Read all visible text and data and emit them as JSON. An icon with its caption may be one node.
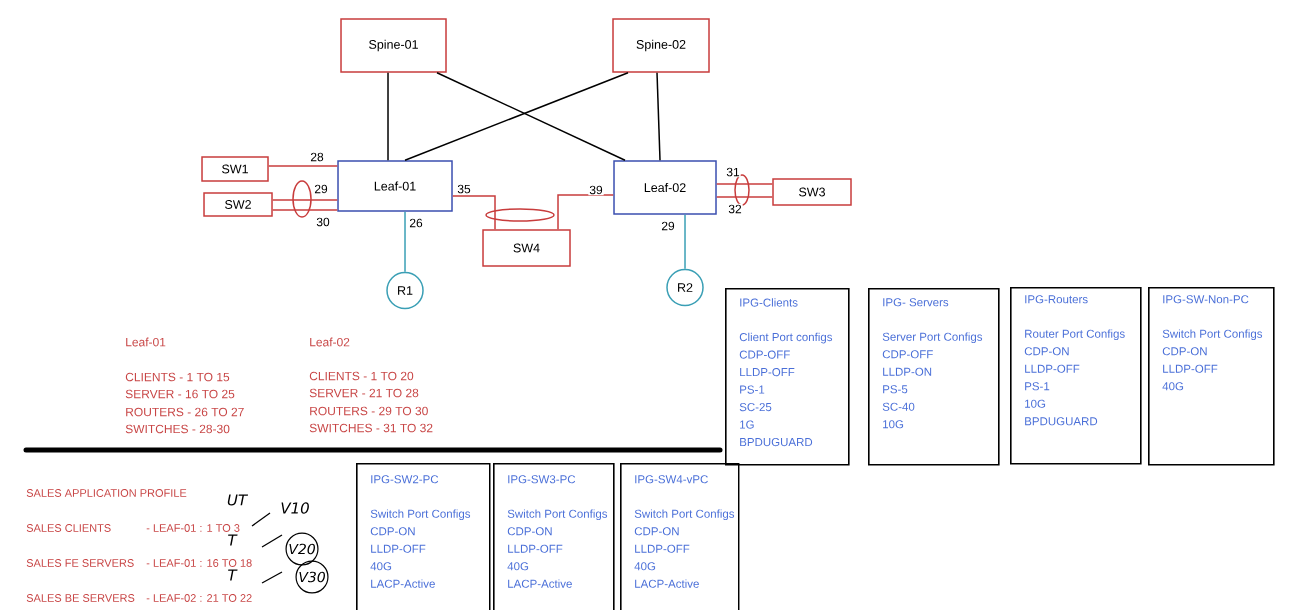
{
  "diagram": {
    "nodes": [
      {
        "text": [
          "Spine-01"
        ]
      },
      {
        "text": [
          "Spine-02"
        ]
      },
      {
        "text": [
          "SW1"
        ]
      },
      {
        "text": [
          "Leaf-01"
        ]
      },
      {
        "text": [
          "Leaf-02"
        ]
      },
      {
        "text": [
          "SW3"
        ]
      },
      {
        "text": [
          "SW2"
        ]
      },
      {
        "text": [
          "SW4"
        ]
      },
      {
        "text": [
          "R1"
        ]
      },
      {
        "text": [
          "R2"
        ]
      },
      {
        "text": [
          "IPG-Clients",
          "Client Port configs",
          "CDP-OFF",
          "LLDP-OFF",
          "PS-1",
          "SC-25",
          "1G",
          "BPDUGUARD"
        ]
      },
      {
        "text": [
          "IPG- Servers",
          "Server Port Configs",
          "CDP-OFF",
          "LLDP-ON",
          "PS-5",
          "SC-40",
          "10G"
        ]
      },
      {
        "text": [
          "IPG-Routers",
          "Router Port Configs",
          "CDP-ON",
          "LLDP-OFF",
          "PS-1",
          "10G",
          "BPDUGUARD"
        ]
      },
      {
        "text": [
          "IPG-SW-Non-PC",
          "Switch Port Configs",
          "CDP-ON",
          "LLDP-OFF",
          "40G"
        ]
      },
      {
        "text": [
          "IPG-SW2-PC",
          "Switch Port Configs",
          "CDP-ON",
          "LLDP-OFF",
          "40G",
          "LACP-Active"
        ]
      },
      {
        "text": [
          "IPG-SW3-PC",
          "Switch Port Configs",
          "CDP-ON",
          "LLDP-OFF",
          "40G",
          "LACP-Active"
        ]
      },
      {
        "text": [
          "IPG-SW4-vPC",
          "Switch Port Configs",
          "CDP-ON",
          "LLDP-OFF",
          "40G",
          "LACP-Active"
        ]
      }
    ],
    "edges": [
      {
        "from": 0,
        "to": 3,
        "arrow": "none",
        "color": "#000000"
      },
      {
        "from": 0,
        "to": 4,
        "arrow": "none",
        "color": "#000000"
      },
      {
        "from": 1,
        "to": 3,
        "arrow": "none",
        "color": "#000000"
      },
      {
        "from": 1,
        "to": 4,
        "arrow": "none",
        "color": "#000000"
      },
      {
        "from": 2,
        "to": 3,
        "arrow": "none",
        "label": "28"
      },
      {
        "from": 6,
        "to": 3,
        "arrow": "none",
        "label": "29"
      },
      {
        "from": 6,
        "to": 3,
        "arrow": "none",
        "label": "30"
      },
      {
        "from": 3,
        "to": 7,
        "arrow": "none",
        "label": "35"
      },
      {
        "from": 4,
        "to": 7,
        "arrow": "none",
        "label": "39"
      },
      {
        "from": 4,
        "to": 5,
        "arrow": "none",
        "label": "31"
      },
      {
        "from": 4,
        "to": 5,
        "arrow": "none",
        "label": "32"
      },
      {
        "from": 3,
        "to": 8,
        "arrow": "none",
        "label": "26",
        "color": "#3a9fb5"
      },
      {
        "from": 4,
        "to": 9,
        "arrow": "none",
        "label": "29",
        "color": "#3a9fb5"
      }
    ],
    "labels": [
      "Leaf-01",
      "Leaf-02",
      "CLIENTS - 1 TO 15",
      "CLIENTS - 1 TO 20",
      "SERVER - 16 TO 25",
      "SERVER - 21 TO 28",
      "ROUTERS - 26 TO 27",
      "ROUTERS - 29 TO 30",
      "SWITCHES - 28-30",
      "SWITCHES - 31 TO 32",
      "SALES APPLICATION PROFILE",
      "UT",
      "V10",
      "SALES CLIENTS",
      "- LEAF-01 : 1 TO 3",
      "T",
      "V20",
      "SALES FE SERVERS",
      "- LEAF-01 : 16 TO 18",
      "T",
      "V30",
      "SALES BE SERVERS",
      "- LEAF-02 : 21 TO 22"
    ]
  }
}
